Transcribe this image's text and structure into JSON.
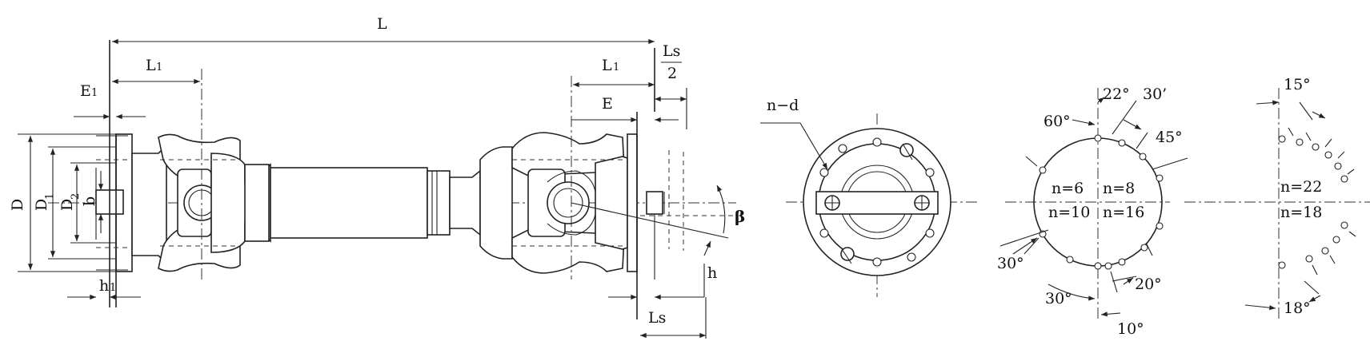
{
  "labels": {
    "L": "L",
    "L1_left": "L",
    "L1_right": "L",
    "sub1": "1",
    "Ls_frac_num": "Ls",
    "Ls_frac_den": "2",
    "E1": "E",
    "E": "E",
    "D": "D",
    "D1": "D",
    "D2": "D",
    "sub2": "2",
    "b": "b",
    "h1": "h",
    "h": "h",
    "Ls": "Ls",
    "beta": "β",
    "nd": "n−d"
  },
  "bolt_patterns": {
    "top_angles": [
      "22°",
      "30’"
    ],
    "a60": "60°",
    "a45": "45°",
    "n6": "n=6",
    "n8": "n=8",
    "n10": "n=10",
    "n16": "n=16",
    "a30_left": "30°",
    "a30_bottom": "30°",
    "a20": "20°",
    "a10": "10°",
    "a15": "15°",
    "n22": "n=22",
    "n18": "n=18",
    "a18": "18°"
  }
}
